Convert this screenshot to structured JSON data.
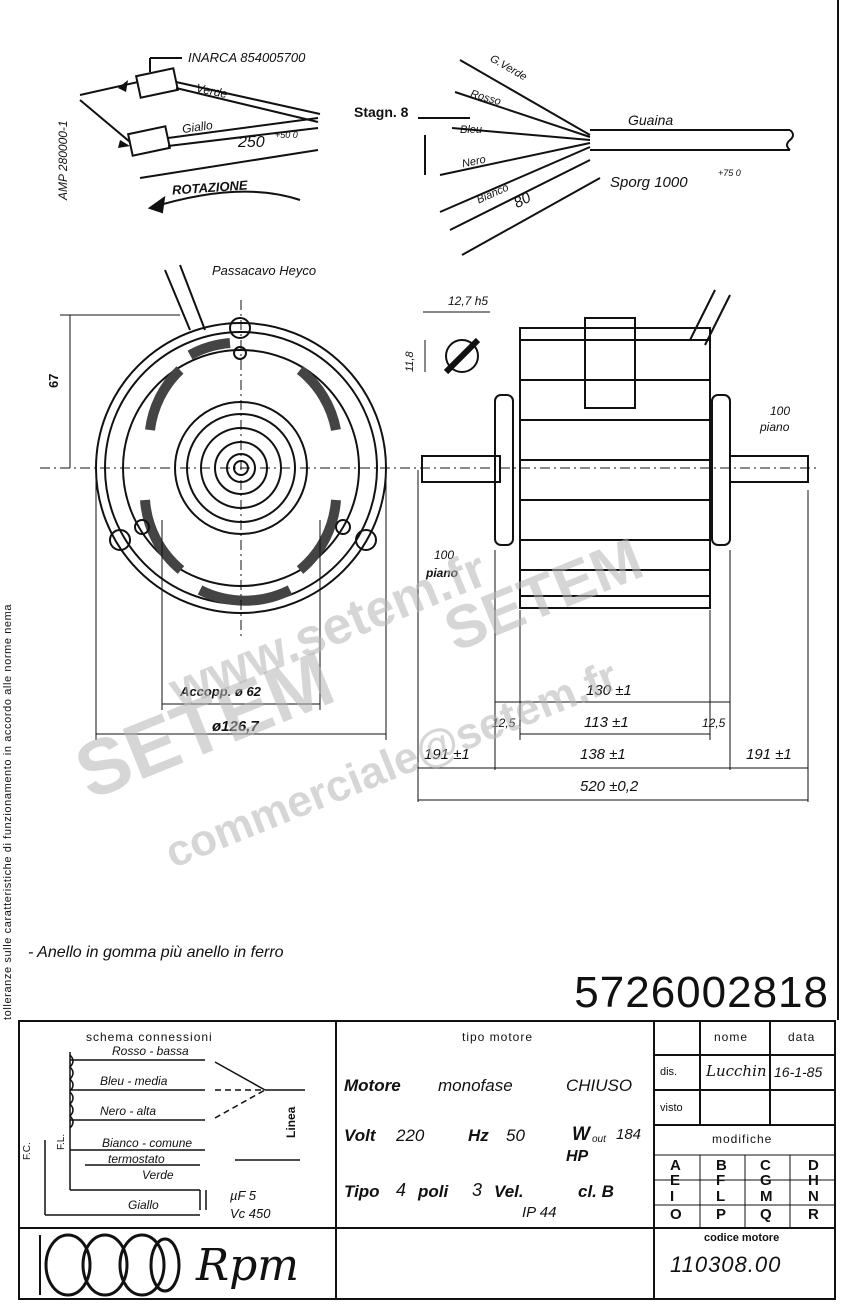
{
  "side_note": "tolleranze sulle caratteristiche di funzionamento in accordo alle norme nema",
  "drawing": {
    "connector_label": "INARCA 854005700",
    "amp_label": "AMP 280000-1",
    "wire_verde": "Verde",
    "wire_giallo": "Giallo",
    "dim_250": "250",
    "dim_250_tol": "+50 0",
    "rotation": "ROTAZIONE",
    "stagn": "Stagn. 8",
    "wires": [
      "G.Verde",
      "Rosso",
      "Bleu",
      "Nero",
      "Bianco"
    ],
    "guaina": "Guaina",
    "sporg": "Sporg 1000",
    "sporg_tol": "+75 0",
    "dim_80": "80",
    "passacavo": "Passacavo Heyco",
    "dim_67": "67",
    "accopp": "Accopp. ø 62",
    "diam": "ø126,7",
    "dim_127": "12,7 h5",
    "dim_118": "11,8",
    "piano_right_num": "100",
    "piano_right": "piano",
    "piano_left_num": "100",
    "piano_left": "piano",
    "dim_130": "130 ±1",
    "dim_113": "113 ±1",
    "dim_125a": "12,5",
    "dim_125b": "12,5",
    "dim_138": "138 ±1",
    "dim_191a": "191 ±1",
    "dim_191b": "191 ±1",
    "dim_520": "520 ±0,2"
  },
  "note": "- Anello in gomma più anello in ferro",
  "code_number": "5726002818",
  "schema": {
    "title": "schema connessioni",
    "lines": [
      "Rosso - bassa",
      "Bleu - media",
      "Nero - alta",
      "Bianco - comune",
      "termostato",
      "Verde",
      "Giallo"
    ],
    "linea": "Linea",
    "fc": "F.C.",
    "fl": "F.L.",
    "cap_value": "µF 5",
    "cap_vc": "Vc 450"
  },
  "tipo_motore": {
    "title": "tipo motore",
    "line1_bold": "Motore",
    "line1_a": "monofase",
    "line1_b": "CHIUSO",
    "volt_label": "Volt",
    "volt": "220",
    "hz_label": "Hz",
    "hz": "50",
    "w_label": "W",
    "w_sub": "out",
    "w": "184",
    "hp": "HP",
    "tipo_label": "Tipo",
    "poli": "4",
    "poli_label": "poli",
    "vel": "3",
    "vel_label": "Vel.",
    "cl_label": "cl. B",
    "ip": "IP 44"
  },
  "title_block": {
    "nome": "nome",
    "data": "data",
    "dis": "dis.",
    "date_value": "16-1-85",
    "visto": "visto",
    "modifiche": "modifiche",
    "letters": [
      "A",
      "B",
      "C",
      "D",
      "E",
      "F",
      "G",
      "H",
      "I",
      "L",
      "M",
      "N",
      "O",
      "P",
      "Q",
      "R"
    ],
    "codice_label": "codice motore",
    "codice": "110308.00"
  },
  "logo_text": "Rpm",
  "watermarks": [
    "www.setem.fr",
    "SETEM",
    "SETEM",
    "commerciale@setem.fr"
  ]
}
